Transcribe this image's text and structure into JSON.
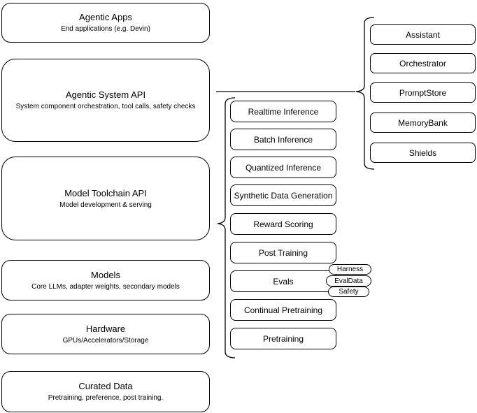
{
  "diagram": {
    "left_stack": [
      {
        "title": "Agentic Apps",
        "subtitle": "End applications (e.g. Devin)"
      },
      {
        "title": "Agentic System API",
        "subtitle": "System component orchestration, tool calls, safety checks"
      },
      {
        "title": "Model Toolchain API",
        "subtitle": "Model development & serving"
      },
      {
        "title": "Models",
        "subtitle": "Core LLMs, adapter weights, secondary models"
      },
      {
        "title": "Hardware",
        "subtitle": "GPUs/Accelerators/Storage"
      },
      {
        "title": "Curated Data",
        "subtitle": "Pretraining, preference, post training."
      }
    ],
    "toolchain_group": {
      "items": [
        "Realtime Inference",
        "Batch Inference",
        "Quantized Inference",
        "Synthetic Data Generation",
        "Reward Scoring",
        "Post Training",
        "Evals",
        "Continual Pretraining",
        "Pretraining"
      ],
      "evals_tags": [
        "Harness",
        "EvalData",
        "Safety"
      ]
    },
    "system_group": {
      "items": [
        "Assistant",
        "Orchestrator",
        "PromptStore",
        "MemoryBank",
        "Shields"
      ]
    },
    "colors": {
      "border": "#000000",
      "fill": "#ffffff",
      "background": "#ffffff"
    }
  }
}
